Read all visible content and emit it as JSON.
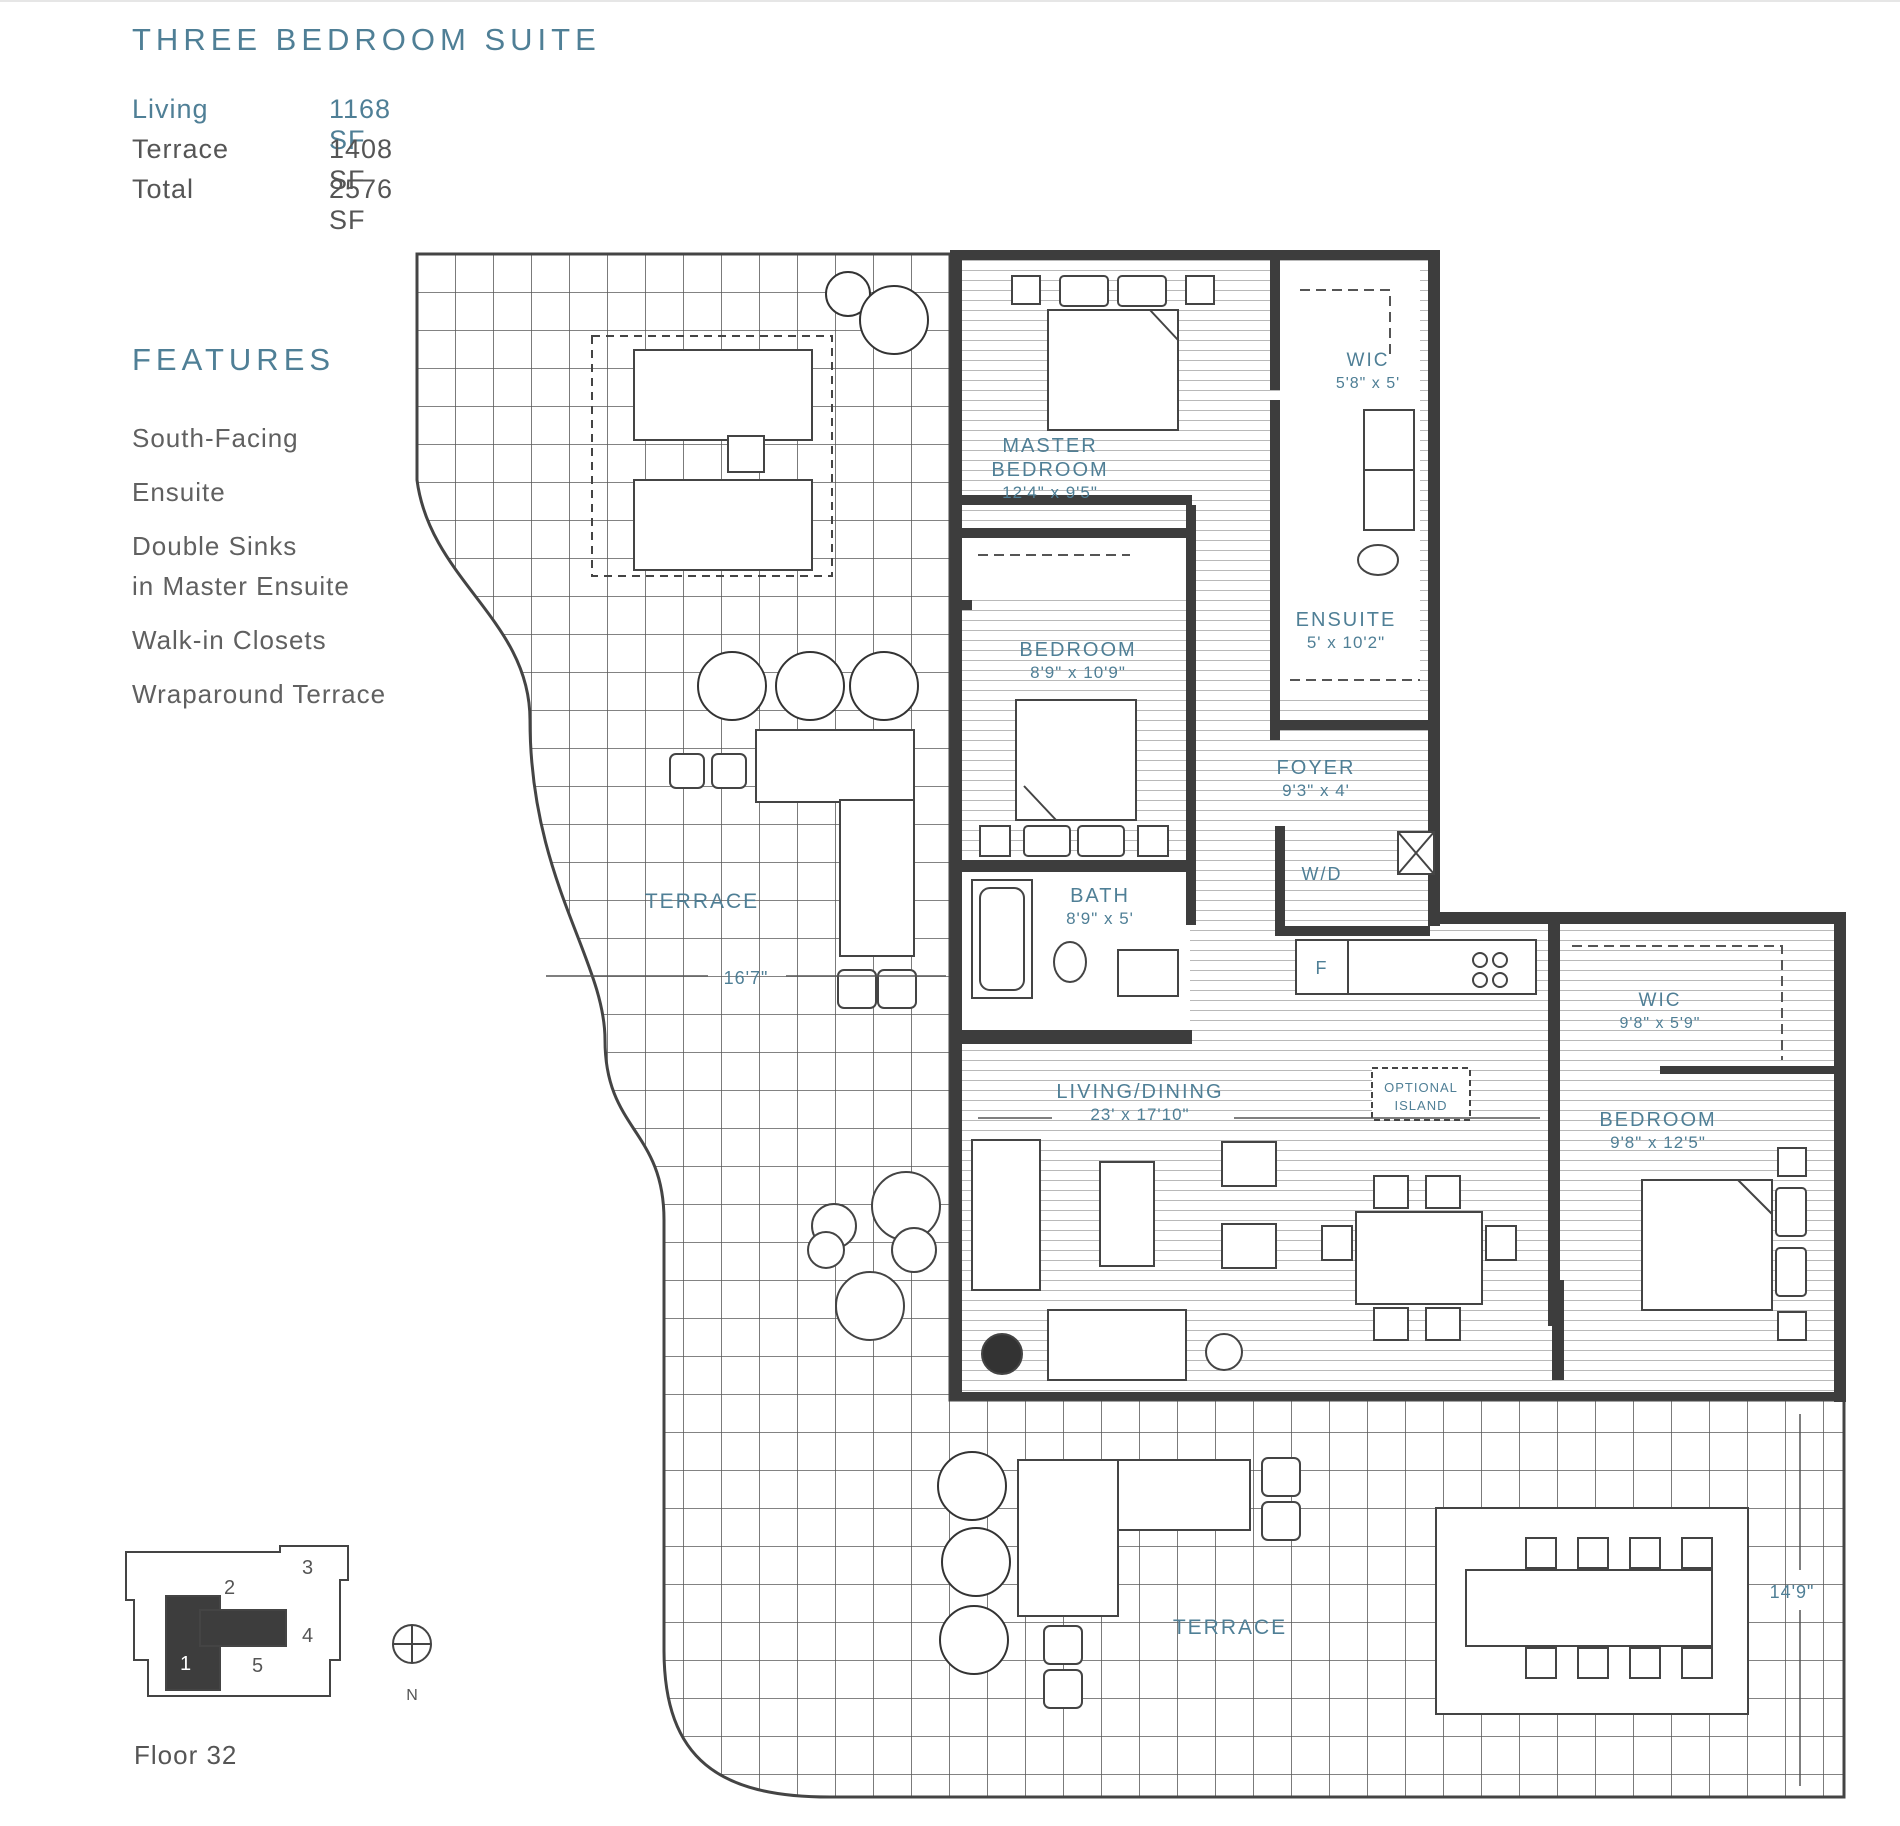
{
  "suite_title": "THREE BEDROOM SUITE",
  "areas": [
    {
      "label": "Living",
      "value": "1168 SF"
    },
    {
      "label": "Terrace",
      "value": "1408 SF"
    },
    {
      "label": "Total",
      "value": "2576 SF"
    }
  ],
  "features_title": "FEATURES",
  "features": [
    {
      "lines": [
        "South-Facing"
      ]
    },
    {
      "lines": [
        "Ensuite"
      ]
    },
    {
      "lines": [
        "Double Sinks",
        "in Master Ensuite"
      ]
    },
    {
      "lines": [
        "Walk-in Closets"
      ]
    },
    {
      "lines": [
        "Wraparound Terrace"
      ]
    }
  ],
  "floor_label": "Floor 32",
  "key_plan": {
    "units": [
      "1",
      "2",
      "3",
      "4",
      "5"
    ],
    "north": "N"
  },
  "rooms": {
    "master": {
      "name": [
        "MASTER",
        "BEDROOM"
      ],
      "dim": "12'4\" x 9'5\""
    },
    "wic1": {
      "name": "WIC",
      "dim": "5'8\" x 5'"
    },
    "ensuite": {
      "name": "ENSUITE",
      "dim": "5' x 10'2\""
    },
    "bedroom1": {
      "name": "BEDROOM",
      "dim": "8'9\" x 10'9\""
    },
    "foyer": {
      "name": "FOYER",
      "dim": "9'3\" x 4'"
    },
    "wd": {
      "name": "W/D"
    },
    "bath": {
      "name": "BATH",
      "dim": "8'9\" x 5'"
    },
    "fridge": {
      "name": "F"
    },
    "wic2": {
      "name": "WIC",
      "dim": "9'8\" x 5'9\""
    },
    "living": {
      "name": "LIVING/DINING",
      "dim": "23' x 17'10\""
    },
    "island": {
      "name": [
        "OPTIONAL",
        "ISLAND"
      ]
    },
    "bedroom2": {
      "name": "BEDROOM",
      "dim": "9'8\" x 12'5\""
    },
    "terrace_west": {
      "name": "TERRACE",
      "dim": "16'7\""
    },
    "terrace_south": {
      "name": "TERRACE",
      "dim": "14'9\""
    }
  }
}
